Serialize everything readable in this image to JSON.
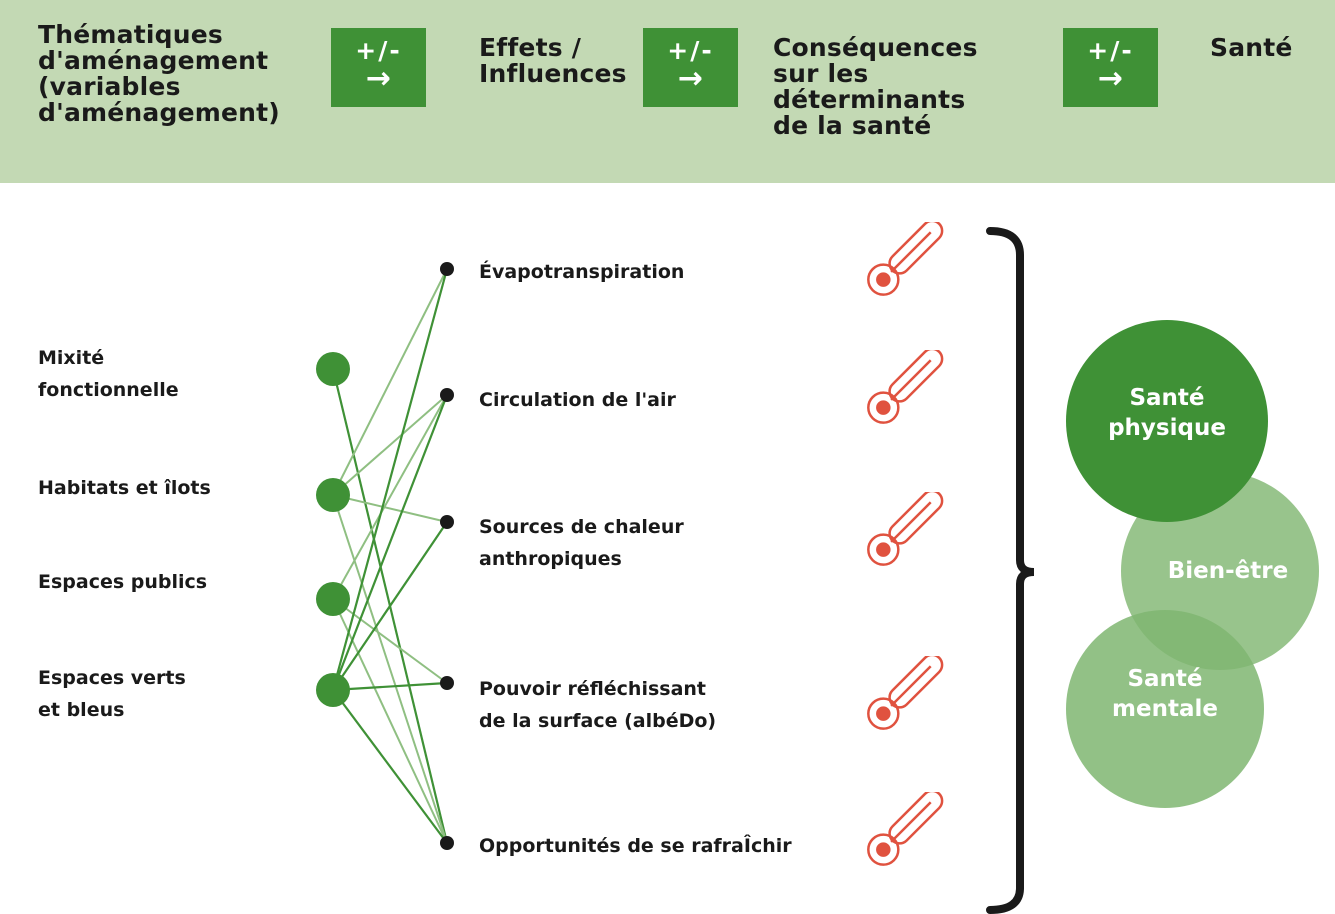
{
  "header": {
    "col1": "Thématiques\nd'aménagement\n(variables\nd'aménagement)",
    "col2": "Effets /\nInfluences",
    "col3": "Conséquences\nsur les\ndéterminants\nde la santé",
    "col4": "Santé",
    "badge_symbol": "+/-",
    "badge_arrow": "→"
  },
  "themes": [
    "Mixité\nfonctionnelle",
    "Habitats et îlots",
    "Espaces publics",
    "Espaces verts\net bleus"
  ],
  "effects": [
    "Évapotranspiration",
    "Circulation de l'air",
    "Sources de chaleur\nanthropiques",
    "Pouvoir réfléchissant\nde la surface (albéDo)",
    "Opportunités de se rafraÎchir"
  ],
  "links": [
    {
      "from": 0,
      "to": 4,
      "strength": "strong"
    },
    {
      "from": 1,
      "to": 0,
      "strength": "light"
    },
    {
      "from": 1,
      "to": 1,
      "strength": "light"
    },
    {
      "from": 1,
      "to": 2,
      "strength": "light"
    },
    {
      "from": 1,
      "to": 4,
      "strength": "light"
    },
    {
      "from": 2,
      "to": 1,
      "strength": "light"
    },
    {
      "from": 2,
      "to": 3,
      "strength": "light"
    },
    {
      "from": 2,
      "to": 4,
      "strength": "light"
    },
    {
      "from": 3,
      "to": 0,
      "strength": "strong"
    },
    {
      "from": 3,
      "to": 1,
      "strength": "strong"
    },
    {
      "from": 3,
      "to": 2,
      "strength": "strong"
    },
    {
      "from": 3,
      "to": 3,
      "strength": "strong"
    },
    {
      "from": 3,
      "to": 4,
      "strength": "strong"
    }
  ],
  "outcomes": {
    "physical": "Santé\nphysique",
    "wellbeing": "Bien-être",
    "mental": "Santé\nmentale"
  },
  "icons": {
    "determinant": "thermometer-icon"
  },
  "colors": {
    "header_bg": "#c3d9b4",
    "accent_green": "#3f9136",
    "light_green": "#8fbf82",
    "thermometer": "#e0523f",
    "text": "#1a1a1a"
  }
}
